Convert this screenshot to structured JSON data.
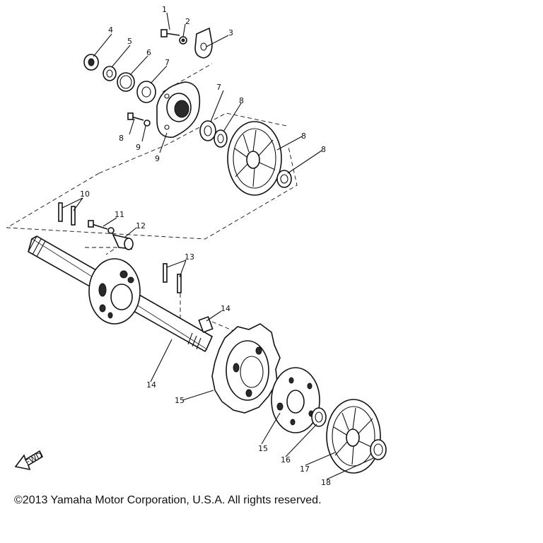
{
  "callouts": [
    {
      "id": "c1",
      "text": "1"
    },
    {
      "id": "c2",
      "text": "2"
    },
    {
      "id": "c3",
      "text": "3"
    },
    {
      "id": "c4",
      "text": "4"
    },
    {
      "id": "c5",
      "text": "5"
    },
    {
      "id": "c6",
      "text": "6"
    },
    {
      "id": "c7a",
      "text": "7"
    },
    {
      "id": "c7b",
      "text": "7"
    },
    {
      "id": "c8a",
      "text": "8"
    },
    {
      "id": "c8b",
      "text": "8"
    },
    {
      "id": "c8c",
      "text": "8"
    },
    {
      "id": "c8d",
      "text": "8"
    },
    {
      "id": "c9a",
      "text": "9"
    },
    {
      "id": "c9b",
      "text": "9"
    },
    {
      "id": "c10",
      "text": "10"
    },
    {
      "id": "c11",
      "text": "11"
    },
    {
      "id": "c12",
      "text": "12"
    },
    {
      "id": "c13",
      "text": "13"
    },
    {
      "id": "c14a",
      "text": "14"
    },
    {
      "id": "c14b",
      "text": "14"
    },
    {
      "id": "c15a",
      "text": "15"
    },
    {
      "id": "c15b",
      "text": "15"
    },
    {
      "id": "c16",
      "text": "16"
    },
    {
      "id": "c17",
      "text": "17"
    },
    {
      "id": "c18",
      "text": "18"
    }
  ],
  "fwd_label": "FWD",
  "copyright": "©2013 Yamaha Motor Corporation, U.S.A. All rights reserved."
}
